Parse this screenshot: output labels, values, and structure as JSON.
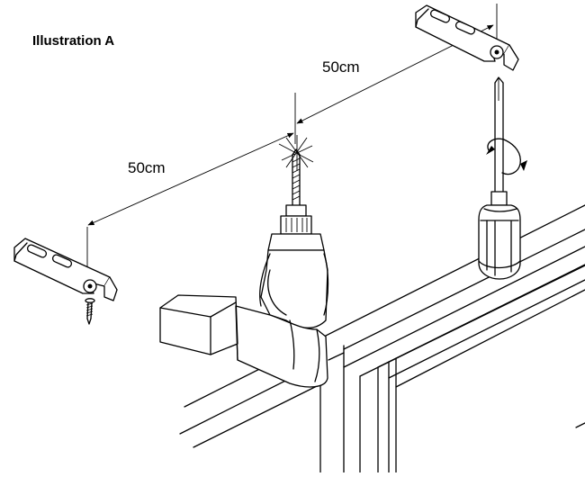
{
  "figure": {
    "title": "Illustration A",
    "dimension_left": "50cm",
    "dimension_right": "50cm"
  }
}
